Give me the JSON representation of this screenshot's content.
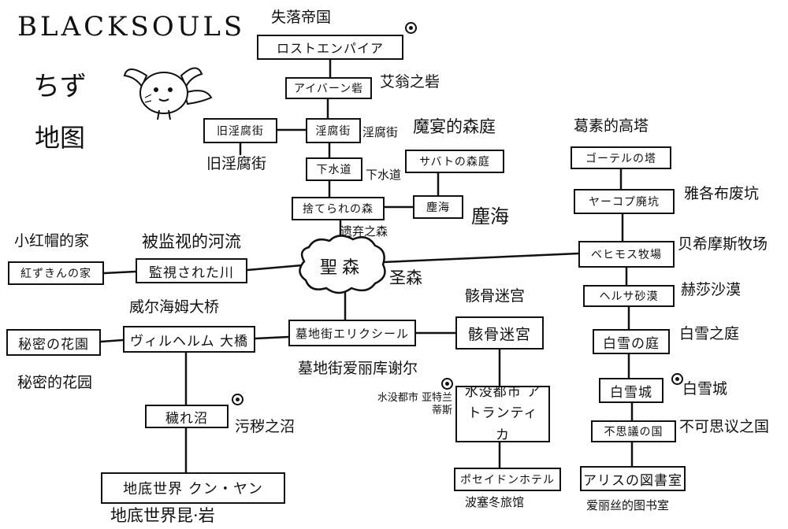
{
  "title": "BLACKSOULS",
  "subtitle_ja": "ちず",
  "subtitle_zh": "地图",
  "hub": {
    "label": "聖森",
    "note": "圣森"
  },
  "nodes": [
    {
      "id": "lost-empire",
      "label": "ロストエンパイア",
      "note": "失落帝国"
    },
    {
      "id": "ivern",
      "label": "アイバーン砦",
      "note": "艾翁之砦"
    },
    {
      "id": "lust-street",
      "label": "淫腐街",
      "note": "淫腐街"
    },
    {
      "id": "old-lust-street",
      "label": "旧淫腐街",
      "note": "旧淫腐街"
    },
    {
      "id": "sewer",
      "label": "下水道",
      "note": "下水道"
    },
    {
      "id": "sabbath-forest",
      "label": "サバトの森庭",
      "note": "魔宴的森庭"
    },
    {
      "id": "forsaken-forest",
      "label": "捨てられの森",
      "note": "遗弃之森"
    },
    {
      "id": "dust-sea",
      "label": "塵海",
      "note": "塵海"
    },
    {
      "id": "red-hood-house",
      "label": "紅ずきんの家",
      "note": "小红帽的家"
    },
    {
      "id": "watched-river",
      "label": "監視された川",
      "note": "被监视的河流"
    },
    {
      "id": "secret-garden",
      "label": "秘密の花園",
      "note": "秘密的花园"
    },
    {
      "id": "wilhelm-bridge",
      "label": "ヴィルヘルム 大橋",
      "note": "威尔海姆大桥"
    },
    {
      "id": "cemetery-street",
      "label": "墓地街エリクシール",
      "note": "墓地街爱丽库谢尔"
    },
    {
      "id": "bone-maze",
      "label": "骸骨迷宮",
      "note": "骸骨迷宫"
    },
    {
      "id": "defiled-swamp",
      "label": "穢れ沼",
      "note": "污秽之沼"
    },
    {
      "id": "cunyan",
      "label": "地底世界 クン・ヤン",
      "note": "地底世界昆·岩"
    },
    {
      "id": "atlantica",
      "label": "水没都市 アトランティカ",
      "note": "水没都市 亚特兰蒂斯"
    },
    {
      "id": "poseidon-hotel",
      "label": "ポセイドンホテル",
      "note": "波塞冬旅馆"
    },
    {
      "id": "gothel-tower",
      "label": "ゴーテルの塔",
      "note": "葛素的高塔"
    },
    {
      "id": "jacob-mine",
      "label": "ヤーコプ廃坑",
      "note": "雅各布废坑"
    },
    {
      "id": "behemoth-ranch",
      "label": "ベヒモス牧場",
      "note": "贝希摩斯牧场"
    },
    {
      "id": "hersa-desert",
      "label": "ヘルサ砂漠",
      "note": "赫莎沙漠"
    },
    {
      "id": "snow-garden",
      "label": "白雪の庭",
      "note": "白雪之庭"
    },
    {
      "id": "snow-castle",
      "label": "白雪城",
      "note": "白雪城"
    },
    {
      "id": "wonderland",
      "label": "不思議の国",
      "note": "不可思议之国"
    },
    {
      "id": "alice-library",
      "label": "アリスの図書室",
      "note": "爱丽丝的图书室"
    }
  ]
}
